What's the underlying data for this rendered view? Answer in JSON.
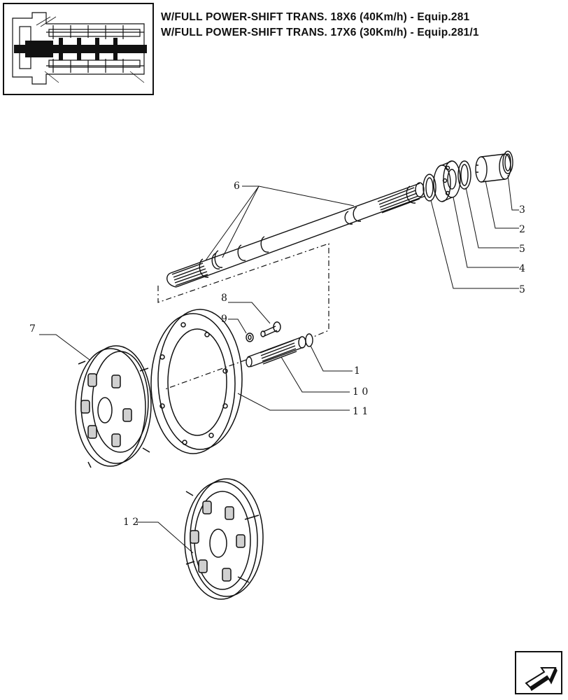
{
  "header": {
    "title_line_1": "W/FULL POWER-SHIFT TRANS. 18X6 (40Km/h) - Equip.281",
    "title_line_2": "W/FULL POWER-SHIFT TRANS. 17X6 (30Km/h) - Equip.281/1"
  },
  "callouts": {
    "c1": "1",
    "c2": "2",
    "c3": "3",
    "c4": "4",
    "c5a": "5",
    "c5b": "5",
    "c6": "6",
    "c7": "7",
    "c8": "8",
    "c9": "9",
    "c10": "1 0",
    "c11": "1 1",
    "c12": "1 2"
  },
  "icons": {
    "thumbnail": "transmission-section-thumbnail-icon",
    "nav": "next-page-arrow-icon"
  }
}
